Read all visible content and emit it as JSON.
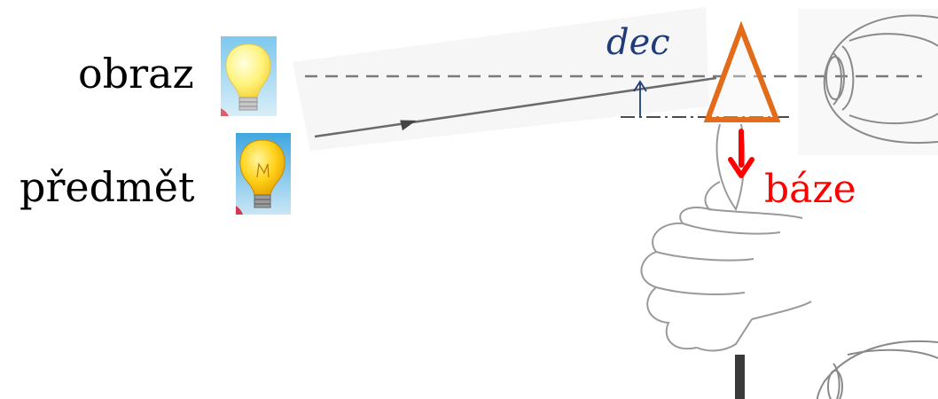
{
  "labels": {
    "image_label": "obraz",
    "object_label": "předmět",
    "deviation_label": "dec",
    "base_label": "báze"
  },
  "colors": {
    "prism_outline": "#e36c1a",
    "base_arrow": "#ff0000",
    "deviation_text": "#1f3b7a",
    "label_text": "#000000",
    "drawing_lines": "#8a8a8a"
  },
  "icons": {
    "image_bulb": "light-bulb-pale-icon",
    "object_bulb": "light-bulb-bright-icon",
    "eye": "eye-icon",
    "prism": "triangle-prism-icon"
  }
}
